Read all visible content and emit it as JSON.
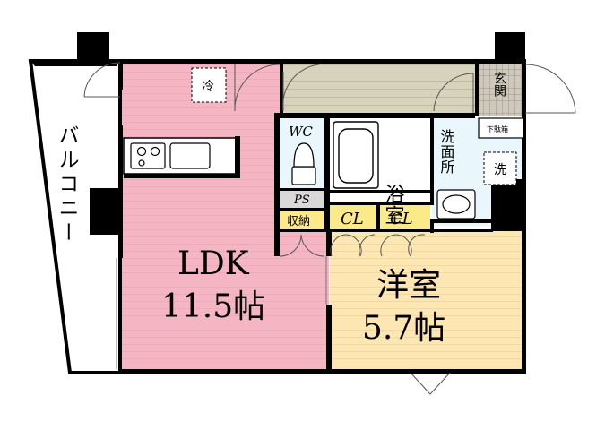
{
  "colors": {
    "ldk_floor": "#f5b6c3",
    "ldk_line": "#e8a3b1",
    "western_floor": "#fbe6b4",
    "western_line": "#e9cc8a",
    "hall_floor": "#d8d3bd",
    "hall_line": "#a9a386",
    "wet_floor": "#e9f6fb",
    "closet_floor": "#fbe98a",
    "ps_floor": "#d9d9d9",
    "wall": "#000000"
  },
  "rooms": {
    "ldk_name": "LDK",
    "ldk_size": "11.5帖",
    "western_name": "洋室",
    "western_size": "5.7帖",
    "balcony": "バルコニー",
    "wc": "WC",
    "bath": "浴室",
    "washroom": "洗面所",
    "ps": "PS",
    "storage": "収納",
    "closet_1": "CL",
    "closet_2": "CL",
    "entrance": "玄関",
    "shoe_box": "下駄箱",
    "fridge": "冷",
    "washer": "洗"
  },
  "icons": [
    "stove-icon",
    "sink-icon",
    "toilet-icon",
    "bathtub-icon",
    "washbasin-icon",
    "door-swing-icon"
  ]
}
